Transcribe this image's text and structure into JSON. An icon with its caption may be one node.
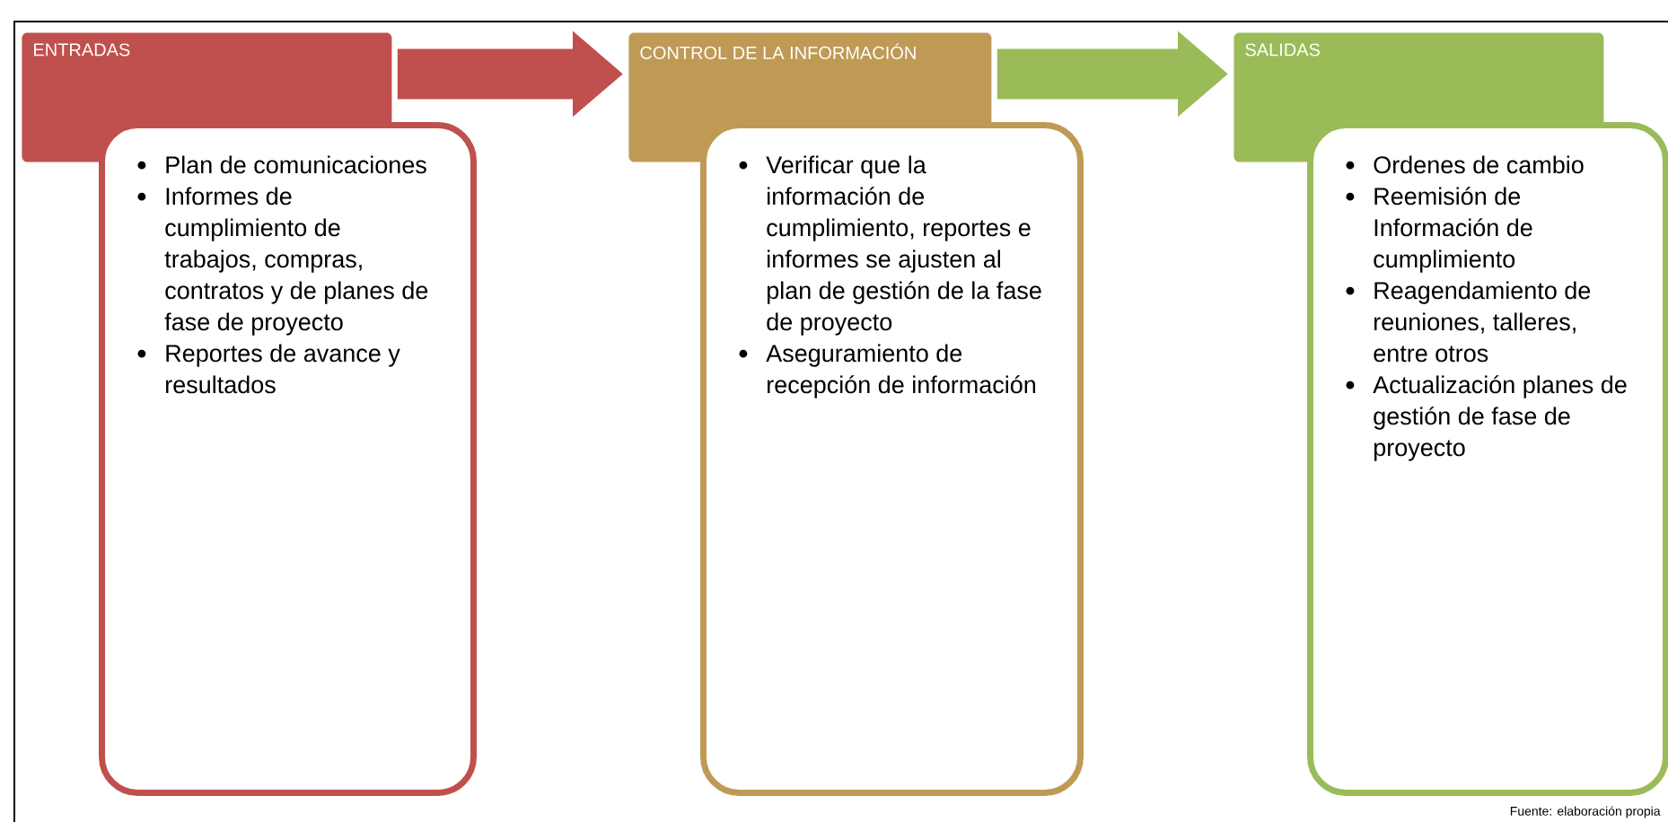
{
  "diagram": {
    "nodes": [
      {
        "text": [
          "ENTRADAS"
        ]
      },
      {
        "text": [
          "Plan de comunicaciones",
          "Informes de cumplimiento de trabajos, compras, contratos y de planes de fase de proyecto",
          "Reportes de avance y resultados"
        ]
      },
      {
        "text": [
          "CONTROL DE LA INFORMACIÓN"
        ]
      },
      {
        "text": [
          "Verificar que la información de cumplimiento, reportes e informes se ajusten al plan de gestión de la fase de proyecto",
          "Aseguramiento de recepción de información"
        ]
      },
      {
        "text": [
          "SALIDAS"
        ]
      },
      {
        "text": [
          "Ordenes de cambio",
          "Reemisión de Información de cumplimiento",
          "Reagendamiento de reuniones, talleres, entre otros",
          "Actualización planes de gestión de fase de proyecto"
        ]
      }
    ],
    "edges": [
      {
        "from": 0,
        "to": 2,
        "arrow": "to",
        "color": "#c0504d"
      },
      {
        "from": 2,
        "to": 4,
        "arrow": "to",
        "color": "#9bbb59"
      }
    ],
    "labels": [
      "Fuente: elaboración propia"
    ]
  }
}
